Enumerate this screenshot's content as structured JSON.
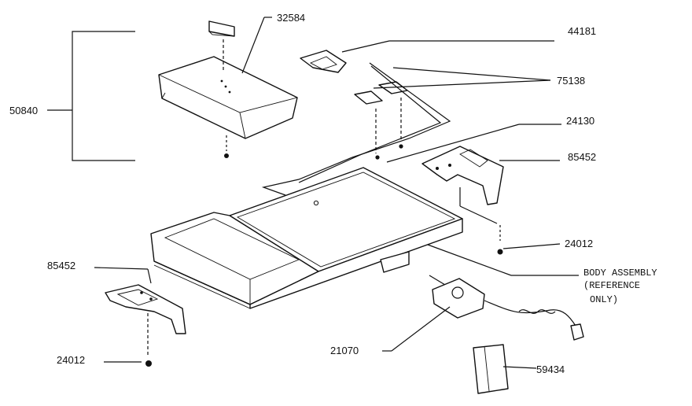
{
  "callouts": {
    "lid_cover": "50840",
    "knob_insert": "32584",
    "tray_clip": "44181",
    "hinge_plates": "75138",
    "screws_upper": "24130",
    "foot_right": "85452",
    "screw_right": "24012",
    "foot_left": "85452",
    "screw_left": "24012",
    "control_cord": "21070",
    "manual": "59434"
  },
  "body_assembly": {
    "line1": "BODY ASSEMBLY",
    "line2": "(REFERENCE",
    "line3": "ONLY)"
  }
}
